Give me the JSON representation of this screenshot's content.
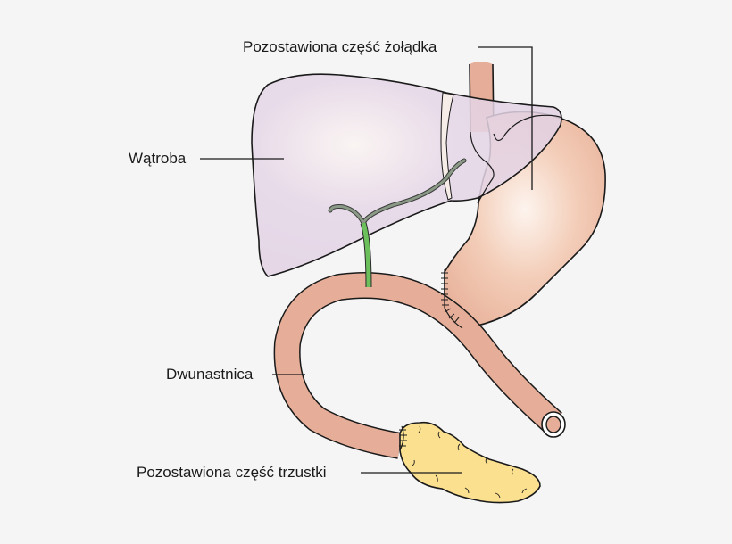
{
  "diagram": {
    "background_color": "#f5f5f5",
    "labels": {
      "stomach": "Pozostawiona część żołądka",
      "liver": "Wątroba",
      "duodenum": "Dwunastnica",
      "pancreas": "Pozostawiona część trzustki"
    },
    "colors": {
      "liver": "#e4d4e6",
      "stomach": "#ebb9a2",
      "stomach_highlight": "#fbeee6",
      "intestine": "#e6ae98",
      "bile_duct_upper": "#8a9a86",
      "bile_duct_lower": "#6cc05c",
      "pancreas": "#fbe08f",
      "ligament": "#f6ece8",
      "outline": "#1a1a1a"
    }
  }
}
